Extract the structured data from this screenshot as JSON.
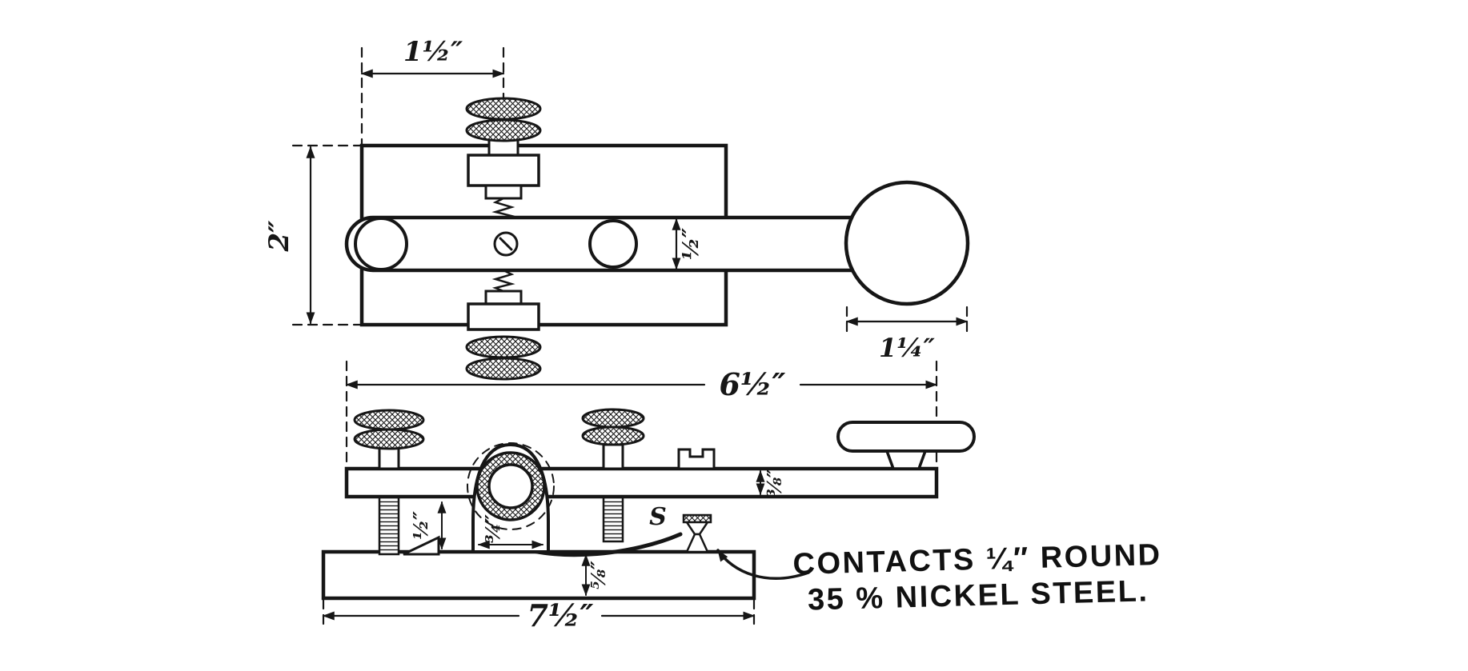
{
  "colors": {
    "ink": "#161616",
    "paper": "#ffffff"
  },
  "top_view": {
    "dim_frame_width": "1½″",
    "dim_frame_height": "2″",
    "dim_lever_width": "½″",
    "dim_knob_diameter": "1¼″"
  },
  "side_view": {
    "dim_lever_length": "6½″",
    "dim_lever_thickness": "⅜″",
    "dim_contact_gap": "½″",
    "dim_bearing_width": "¾″",
    "dim_base_thickness": "⅝″",
    "dim_base_length": "7½″",
    "spring_label": "S"
  },
  "note": {
    "line1": "CONTACTS ¼″ ROUND",
    "line2": "35 % NICKEL STEEL."
  }
}
